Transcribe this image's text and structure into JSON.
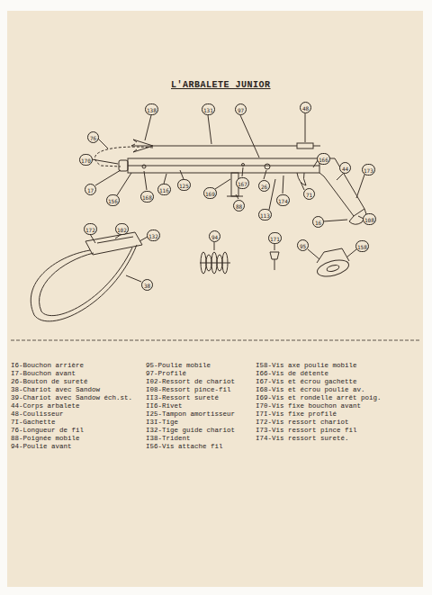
{
  "diagram": {
    "title": "L'ARBALETE JUNIOR",
    "labels": [
      "138",
      "131",
      "97",
      "48",
      "76",
      "170",
      "166",
      "44",
      "173",
      "17",
      "156",
      "168",
      "116",
      "125",
      "169",
      "88",
      "167",
      "26",
      "174",
      "71",
      "113",
      "16",
      "108",
      "172",
      "102",
      "132",
      "38",
      "94",
      "171",
      "95",
      "158",
      "I6-Bouchon arrière",
      "I7-Bouchon avant",
      "26-Bouton de sureté",
      "38-Chariot avec Sandow",
      "39-Chariot avec Sandow éch.st.",
      "44-Corps arbalete",
      "48-Coulisseur",
      "7I-Gachette",
      "76-Longueur de fil",
      "88-Poignée mobile",
      "94-Poulie avant",
      "95-Poulie mobile",
      "97-Profilé",
      "I02-Ressort de chariot",
      "I08-Ressort pince-fil",
      "II3-Ressort sureté",
      "II6-Rivet",
      "I25-Tampon amortisseur",
      "I3I-Tige",
      "I32-Tige guide chariot",
      "I38-Trident",
      "I56-Vis attache fil",
      "I58-Vis axe poulie mobile",
      "I66-Vis de détente",
      "I67-Vis et écrou gachette",
      "I68-Vis et écrou poulie av.",
      "I69-Vis et rondelle arrêt poig.",
      "I70-Vis fixe bouchon avant",
      "I7I-Vis fixe profilé",
      "I72-Vis ressort chariot",
      "I73-Vis ressort pince fil",
      "I74-Vis ressort sureté."
    ]
  }
}
